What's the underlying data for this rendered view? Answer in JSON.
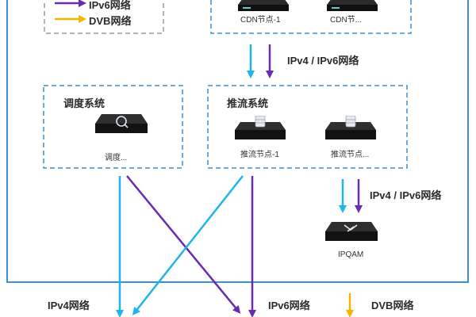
{
  "legend": {
    "ipv6": "IPv6网络",
    "dvb": "DVB网络"
  },
  "cdn": {
    "nodes": [
      "CDN节点-1",
      "CDN节..."
    ]
  },
  "link_top": "IPv4 / IPv6网络",
  "schedule": {
    "title": "调度系统",
    "node": "调度..."
  },
  "push": {
    "title": "推流系统",
    "nodes": [
      "推流节点-1",
      "推流节点..."
    ]
  },
  "link_mid": "IPv4 / IPv6网络",
  "ipqam": "IPQAM",
  "bottom": {
    "ipv4": "IPv4网络",
    "ipv6": "IPv6网络",
    "dvb": "DVB网络"
  },
  "colors": {
    "ipv4": "#1fb4ea",
    "ipv6": "#6a2bb0",
    "dvb": "#f5b400",
    "frame": "#3b8fd4",
    "dashed": "#3b8fd4",
    "legend_dashed": "#9a9a9a"
  },
  "icons": {
    "server": "server-icon",
    "scheduler": "scheduler-server-icon",
    "ipqam": "ipqam-device-icon"
  }
}
